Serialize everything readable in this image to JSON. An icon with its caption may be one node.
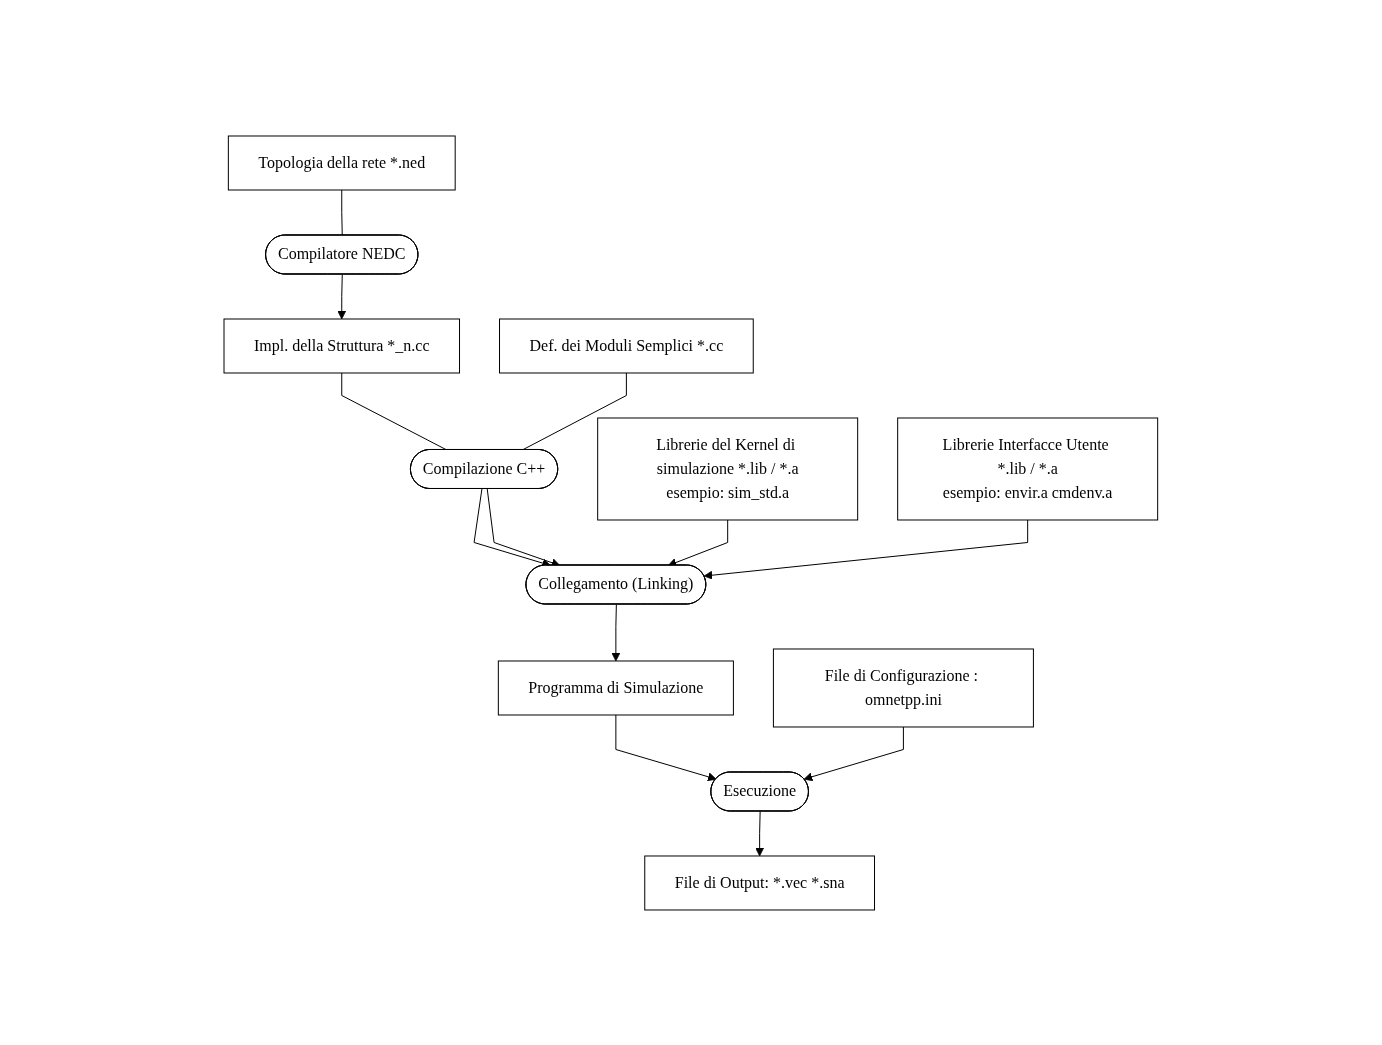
{
  "diagram": {
    "nodes": [
      {
        "text": [
          "Topologia della rete *.ned"
        ]
      },
      {
        "text": [
          "Compilatore NEDC"
        ]
      },
      {
        "text": [
          "Impl. della Struttura *_n.cc"
        ]
      },
      {
        "text": [
          "Def. dei Moduli Semplici *.cc"
        ]
      },
      {
        "text": [
          "Librerie del Kernel di simulazione *.lib / *.a",
          "esempio: sim_std.a"
        ]
      },
      {
        "text": [
          "Librerie Interfacce Utente *.lib / *.a",
          "esempio: envir.a cmdenv.a"
        ]
      },
      {
        "text": [
          "Compilazione C++"
        ]
      },
      {
        "text": [
          "Collegamento (Linking)"
        ]
      },
      {
        "text": [
          "Programma di Simulazione"
        ]
      },
      {
        "text": [
          "File di Configurazione : omnetpp.ini"
        ]
      },
      {
        "text": [
          "Esecuzione"
        ]
      },
      {
        "text": [
          "File di Output: *.vec *.sna"
        ]
      }
    ],
    "edges": [
      {
        "from": 0,
        "to": 1,
        "arrow": "none"
      },
      {
        "from": 1,
        "to": 2,
        "arrow": "to"
      },
      {
        "from": 2,
        "to": 6,
        "arrow": "none"
      },
      {
        "from": 3,
        "to": 6,
        "arrow": "none"
      },
      {
        "from": 6,
        "to": 7,
        "arrow": "to"
      },
      {
        "from": 6,
        "to": 7,
        "arrow": "to"
      },
      {
        "from": 4,
        "to": 7,
        "arrow": "to"
      },
      {
        "from": 5,
        "to": 7,
        "arrow": "to"
      },
      {
        "from": 7,
        "to": 8,
        "arrow": "to"
      },
      {
        "from": 8,
        "to": 10,
        "arrow": "to"
      },
      {
        "from": 9,
        "to": 10,
        "arrow": "to"
      },
      {
        "from": 10,
        "to": 11,
        "arrow": "to"
      }
    ]
  }
}
